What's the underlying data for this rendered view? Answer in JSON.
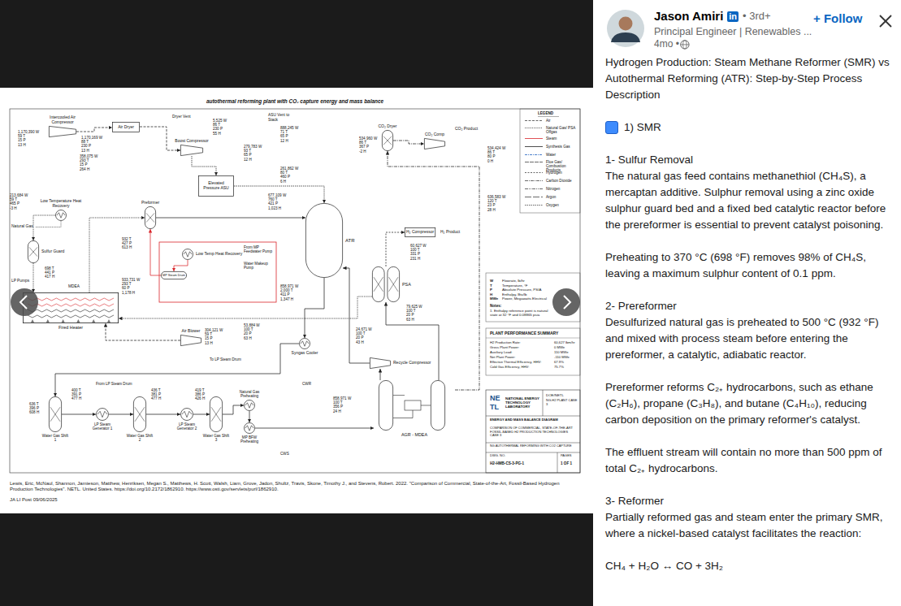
{
  "diagram": {
    "title": "autothermal reforming plant with CO₂ capture energy and mass balance",
    "nodes": [
      {
        "text": [
          "Intercooled Air Compressor"
        ]
      },
      {
        "text": [
          "Air Dryer"
        ]
      },
      {
        "text": [
          "Boost Compressor"
        ]
      },
      {
        "text": [
          "Elevated Pressure ASU"
        ]
      },
      {
        "text": [
          "Low Temperature Heat Recovery"
        ]
      },
      {
        "text": [
          "Sulfur Guard"
        ]
      },
      {
        "text": [
          "Preformer"
        ]
      },
      {
        "text": [
          "MP Steam Drum"
        ]
      },
      {
        "text": [
          "Low Temp Heat Recovery"
        ]
      },
      {
        "text": [
          "Fired Heater"
        ]
      },
      {
        "text": [
          "ATR"
        ]
      },
      {
        "text": [
          "PSA"
        ]
      },
      {
        "text": [
          "H₂ Compressor"
        ]
      },
      {
        "text": [
          "CO₂ Dryer"
        ]
      },
      {
        "text": [
          "CO₂ Comp"
        ]
      },
      {
        "text": [
          "Air Blower"
        ]
      },
      {
        "text": [
          "Syngas Cooler"
        ]
      },
      {
        "text": [
          "Recycle Compressor"
        ]
      },
      {
        "text": [
          "AGR - MDEA"
        ]
      },
      {
        "text": [
          "Water Gas Shift 1"
        ]
      },
      {
        "text": [
          "LP Steam Generator 1"
        ]
      },
      {
        "text": [
          "Water Gas Shift 2"
        ]
      },
      {
        "text": [
          "LP Steam Generator 2"
        ]
      },
      {
        "text": [
          "Water Gas Shift 3"
        ]
      },
      {
        "text": [
          "Natural Gas Preheating"
        ]
      },
      {
        "text": [
          "MP BFW Preheating"
        ]
      }
    ],
    "edges": [
      {
        "from": 0,
        "to": 1,
        "arrow": "to"
      },
      {
        "from": 1,
        "to": 2,
        "arrow": "to"
      },
      {
        "from": 2,
        "to": 3,
        "arrow": "to"
      },
      {
        "from": 3,
        "to": 10,
        "arrow": "to"
      },
      {
        "from": 4,
        "to": 5,
        "arrow": "to"
      },
      {
        "from": 5,
        "to": 9,
        "arrow": "to"
      },
      {
        "from": 9,
        "to": 6,
        "arrow": "to"
      },
      {
        "from": 6,
        "to": 10,
        "arrow": "to"
      },
      {
        "from": 10,
        "to": 16,
        "arrow": "to"
      },
      {
        "from": 16,
        "to": 19,
        "arrow": "to"
      },
      {
        "from": 19,
        "to": 20,
        "arrow": "to"
      },
      {
        "from": 20,
        "to": 21,
        "arrow": "to"
      },
      {
        "from": 21,
        "to": 22,
        "arrow": "to"
      },
      {
        "from": 22,
        "to": 23,
        "arrow": "to"
      },
      {
        "from": 23,
        "to": 24,
        "arrow": "to"
      },
      {
        "from": 24,
        "to": 25,
        "arrow": "to"
      },
      {
        "from": 25,
        "to": 18,
        "arrow": "to"
      },
      {
        "from": 18,
        "to": 11,
        "arrow": "to"
      },
      {
        "from": 11,
        "to": 12,
        "arrow": "to"
      },
      {
        "from": 11,
        "to": 9,
        "arrow": "to"
      },
      {
        "from": 18,
        "to": 17,
        "arrow": "to"
      },
      {
        "from": 17,
        "to": 10,
        "arrow": "to"
      },
      {
        "from": 18,
        "to": 13,
        "arrow": "to"
      },
      {
        "from": 13,
        "to": 14,
        "arrow": "to"
      },
      {
        "from": 15,
        "to": 9,
        "arrow": "to"
      },
      {
        "from": 8,
        "to": 7,
        "arrow": "to"
      },
      {
        "from": 7,
        "to": 6,
        "arrow": "to"
      }
    ],
    "labels": [
      "Dryer Vent",
      "ASU Vent to Stack",
      "Natural Gas",
      "LP Pumps",
      "MDEA",
      "From MP Feedwater Pump",
      "Water Makeup Pump",
      "To LP Steam Drum",
      "From LP Steam Drum",
      "CWR",
      "CWS",
      "CO₂ Product",
      "H₂ Product",
      "LEGEND",
      "1,170,390 W",
      "59 T",
      "15 P",
      "13 H",
      "1,170,169 W",
      "88 T",
      "230 P",
      "13 H",
      "5,525 W",
      "86 T",
      "230 P",
      "55 H",
      "888,245 W",
      "71 T",
      "65 P",
      "12 H",
      "279,783 W",
      "93 T",
      "65 P",
      "12 H",
      "261,862 W",
      "80 T",
      "460 P",
      "6 H",
      "677,109 W",
      "760 T",
      "421 P",
      "1,023 H",
      "358,075 W",
      "293 T",
      "15 P",
      "264 H",
      "213,684 W",
      "59 T",
      "465 P",
      "-3 H",
      "698 T",
      "441 P",
      "417 H",
      "932 T",
      "427 P",
      "613 H",
      "933,731 W",
      "293 T",
      "60 P",
      "1,178 H",
      "858,971 W",
      "2,000 T",
      "411 P",
      "1,347 H",
      "60,627 W",
      "100 T",
      "331 P",
      "231 H",
      "79,625 W",
      "100 T",
      "20 P",
      "63 H",
      "24,671 W",
      "100 T",
      "20 P",
      "43 H",
      "858,971 W",
      "100 T",
      "356 P",
      "24 H",
      "636 T",
      "396 P",
      "608 H",
      "400 T",
      "391 P",
      "477 H",
      "436 T",
      "381 P",
      "477 H",
      "419 T",
      "386 P",
      "426 H",
      "304,121 W",
      "59 T",
      "15 P",
      "13 H",
      "53,884 W",
      "100 T",
      "20 P",
      "63 H",
      "534,424 W",
      "86 T",
      "80 P",
      "0 H",
      "534,960 W",
      "86 T",
      "367 P",
      "-2 H",
      "636,583 W",
      "120 T",
      "23 P",
      "28 H",
      "W",
      "T",
      "P",
      "H",
      "MWe",
      "Flowrate, lb/hr",
      "Temperature, °F",
      "Absolute Pressure, PSIA",
      "Enthalpy, Btu/lb",
      "Power, Megawatts Electrical",
      "Notes:",
      "1. Enthalpy reference point is natural state at 32 °F and 0.08865 psia",
      "PLANT PERFORMANCE SUMMARY",
      "H2 Production Rate:",
      "Gross Plant Power:",
      "Auxiliary Load:",
      "Net Plant Power:",
      "Effective Thermal Efficiency, HHV:",
      "Cold Gas Efficiency, HHV:",
      "60,627 lbm/hr",
      "0 MWe",
      "110 MWe",
      "-110 MWe",
      "67.9%",
      "75.7%",
      "NE",
      "TL",
      "NATIONAL ENERGY TECHNOLOGY LABORATORY",
      "DOE/NETL",
      "NG-H2 PLANT CASE 3",
      "ENERGY AND MASS BALANCE DIAGRAM",
      "COMPARISON OF COMMERCIAL, STATE-OF-THE-ART FOSSIL-BASED H2 PRODUCTION TECHNOLOGIES CASE 3",
      "NG AUTOTHERMAL REFORMING WITH CO2 CAPTURE",
      "DWG. NO.",
      "H2-HMB-CS-3-PG-1",
      "PAGES",
      "1 OF 1",
      "Lewis, Eric, McNaul, Shannon, Jamieson, Matthew, Henriksen, Megan S., Matthews, H. Scott, Walsh, Liam, Grove, Jadon, Shultz, Travis, Skone, Timothy J., and Stevens, Robert. 2022. \"Comparison of Commercial, State-of-the-Art, Fossil-Based Hydrogen Production Technologies\". NETL. United States. https://doi.org/10.2172/1862910. https://www.osti.gov/servlets/purl/1862910.",
      "JA LI Post 09/06/2025",
      "Jason Amiri",
      "in",
      "• 3rd+",
      "+ Follow",
      "Principal Engineer | Renewables ...",
      "4mo •",
      "Hydrogen Production: Steam Methane Reformer (SMR) vs Autothermal Reforming (ATR): Step-by-Step Process Description",
      "1) SMR",
      "1- Sulfur Removal",
      "The natural gas feed contains methanethiol (CH₄S), a mercaptan additive. Sulphur removal using a zinc oxide sulphur guard bed and a fixed bed catalytic reactor before the prereformer is essential to prevent catalyst poisoning.",
      "Preheating to 370 °C (698 °F) removes 98% of CH₄S, leaving a maximum sulphur content of 0.1 ppm.",
      "2- Prereformer",
      "Desulfurized natural gas is preheated to 500 °C (932 °F) and mixed with process steam before entering the prereformer, a catalytic, adiabatic reactor.",
      "Prereformer reforms C₂₊ hydrocarbons, such as ethane (C₂H₆), propane (C₃H₈), and butane (C₄H₁₀), reducing carbon deposition on the primary reformer's catalyst.",
      "The effluent stream will contain no more than 500 ppm of total C₂₊ hydrocarbons.",
      "3- Reformer",
      "Partially reformed gas and steam enter the primary SMR, where a nickel-based catalyst facilitates the reaction:",
      "CH₄ + H₂O ↔ CO + 3H₂"
    ],
    "legend": [
      {
        "text": "Air"
      },
      {
        "text": "Natural Gas/ PSA Offgas"
      },
      {
        "text": "Steam"
      },
      {
        "text": "Synthesis Gas"
      },
      {
        "text": "Water"
      },
      {
        "text": "Flue Gas/ Combustion Products"
      },
      {
        "text": "Hydrogen"
      },
      {
        "text": "Carbon Dioxide"
      },
      {
        "text": "Nitrogen"
      },
      {
        "text": "Argon"
      },
      {
        "text": "Oxygen"
      }
    ]
  }
}
